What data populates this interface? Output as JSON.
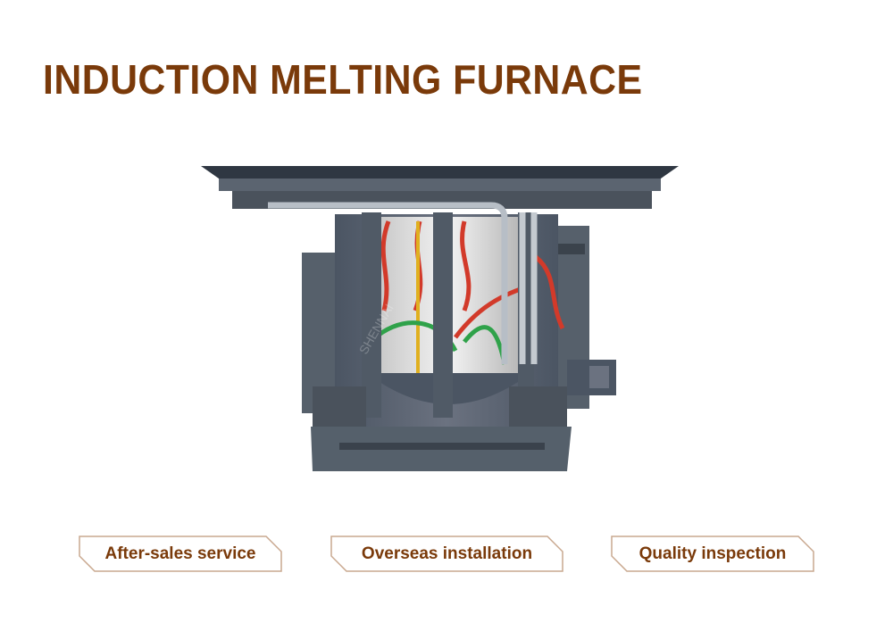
{
  "title": "INDUCTION MELTING FURNACE",
  "product_image": {
    "watermark": "SHENNAI",
    "accent_color": "#7a3a0a"
  },
  "features": [
    {
      "label": "After-sales service"
    },
    {
      "label": "Overseas installation"
    },
    {
      "label": "Quality inspection"
    }
  ]
}
